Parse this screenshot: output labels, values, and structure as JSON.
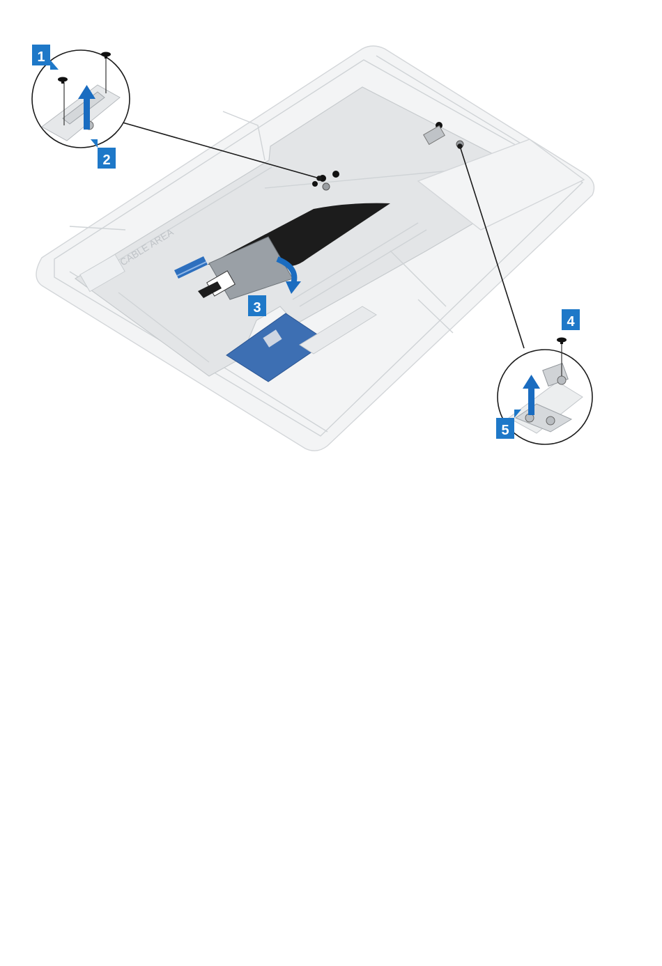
{
  "colors": {
    "badge_blue": "#1e78c8",
    "arrow_blue": "#1a6cc0",
    "leader_line": "#1a1a1a",
    "chassis_outline": "#d3d6d9",
    "keyboard_plate": "#e3e5e7",
    "cable_dark": "#1c1c1c",
    "board_blue": "#3d6fb3"
  },
  "icons": {
    "screw": "screw-icon",
    "lift_arrow": "arrow-up-icon",
    "rotate_arrow": "curved-arrow-icon"
  },
  "steps": [
    {
      "label": "1"
    },
    {
      "label": "2"
    },
    {
      "label": "3"
    },
    {
      "label": "4"
    },
    {
      "label": "5"
    }
  ],
  "printed_text": {
    "cable_area": "CABLE AREA"
  }
}
